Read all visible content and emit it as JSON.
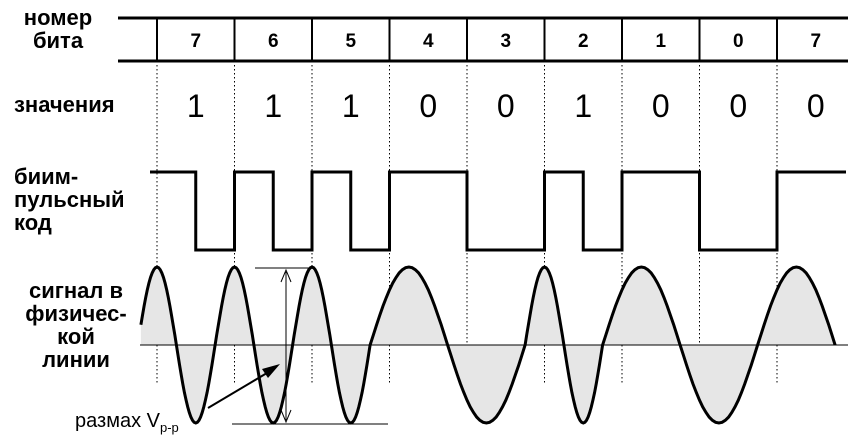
{
  "labels": {
    "bit_number": "номер\nбита",
    "values": "значения",
    "biphase_code": "биим-\nпульсный\nкод",
    "physical_signal": "сигнал в\nфизичес-\nкой\nлинии"
  },
  "bit_numbers": [
    "7",
    "6",
    "5",
    "4",
    "3",
    "2",
    "1",
    "0",
    "7"
  ],
  "bit_values": [
    "1",
    "1",
    "1",
    "0",
    "0",
    "1",
    "0",
    "0",
    "0"
  ],
  "amplitude": {
    "word": "размах",
    "symbol": "V",
    "subscript": "p-p"
  },
  "colors": {
    "line": "#000000",
    "signal_fill": "#e6e6e6",
    "guide": "#000000"
  }
}
